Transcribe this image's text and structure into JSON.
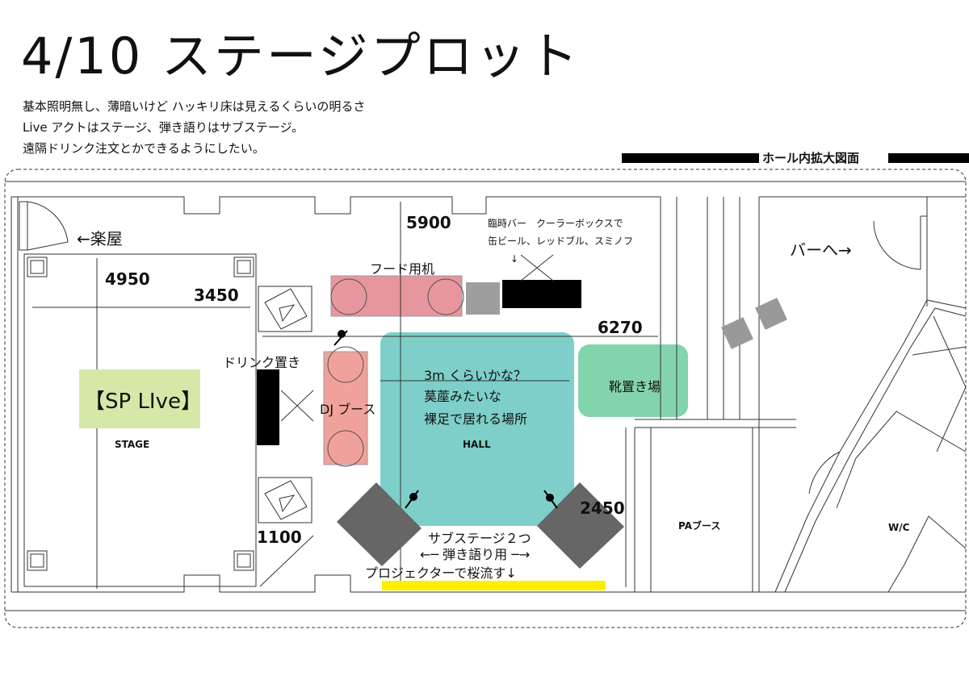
{
  "title": "4/10 ステージプロット",
  "notes": [
    "基本照明無し、薄暗いけど ハッキリ床は見えるくらいの明るさ",
    "Live アクトはステージ、弾き語りはサブステージ。",
    "遠隔ドリンク注文とかできるようにしたい。"
  ],
  "header_label": "ホール内拡大図面",
  "labels": {
    "dressing_room": "←楽屋",
    "to_bar": "バーへ→",
    "stage": "STAGE",
    "sp_live": "【SP LIve】",
    "drink_stand": "ドリンク置き",
    "dj_booth": "DJ ブース",
    "food_table": "フード用机",
    "temp_bar_line1": "臨時バー　クーラーボックスで",
    "temp_bar_line2": "缶ビール、レッドブル、スミノフ",
    "temp_bar_arrow": "↓",
    "hall_line1": "3m くらいかな？",
    "hall_line2": "茣蓙みたいな",
    "hall_line3": "裸足で居れる場所",
    "hall": "HALL",
    "shoe_area": "靴置き場",
    "sub_stage_line1": "サブステージ２つ",
    "sub_stage_line2": "←─ 弾き語り用 ─→",
    "projector": "プロジェクターで桜流す↓",
    "pa_booth": "PAブース",
    "wc": "W/C"
  },
  "dimensions": {
    "d4950": "4950",
    "d3450": "3450",
    "d5900": "5900",
    "d6270": "6270",
    "d2450": "2450",
    "d1100": "1100"
  },
  "colors": {
    "hall": "#7ecfc9",
    "food_table": "#e7969d",
    "dj_booth": "#f1a19b",
    "shoe_area": "#83d4ac",
    "sp_live": "#d6e8a7",
    "projector_strip": "#ffee00",
    "sub_stage": "#666666",
    "black": "#000000"
  }
}
